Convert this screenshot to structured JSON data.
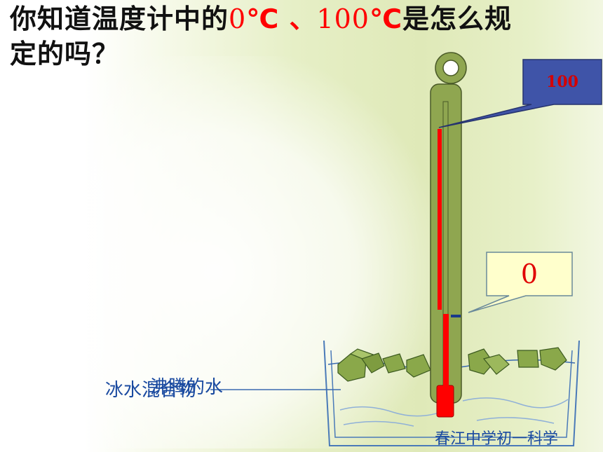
{
  "title": {
    "part1": "你知道温度计中的",
    "zero_num": "0",
    "zero_unit": "℃",
    "separator": " 、",
    "hundred_num": "100",
    "hundred_unit": "℃",
    "part2": "是怎么规",
    "line2": "定的吗？"
  },
  "callouts": {
    "top_label": "100",
    "bottom_label": "0"
  },
  "labels": {
    "ice_water": "冰水混合物",
    "boiling_water": "沸腾的水"
  },
  "footer": "春江中学初一科学",
  "colors": {
    "thermometer_body": "#8fa650",
    "liquid": "#ff0000",
    "callout_top_fill": "#3f54a8",
    "callout_bottom_fill": "#ffffcc",
    "label_text": "#1a4aa0"
  }
}
